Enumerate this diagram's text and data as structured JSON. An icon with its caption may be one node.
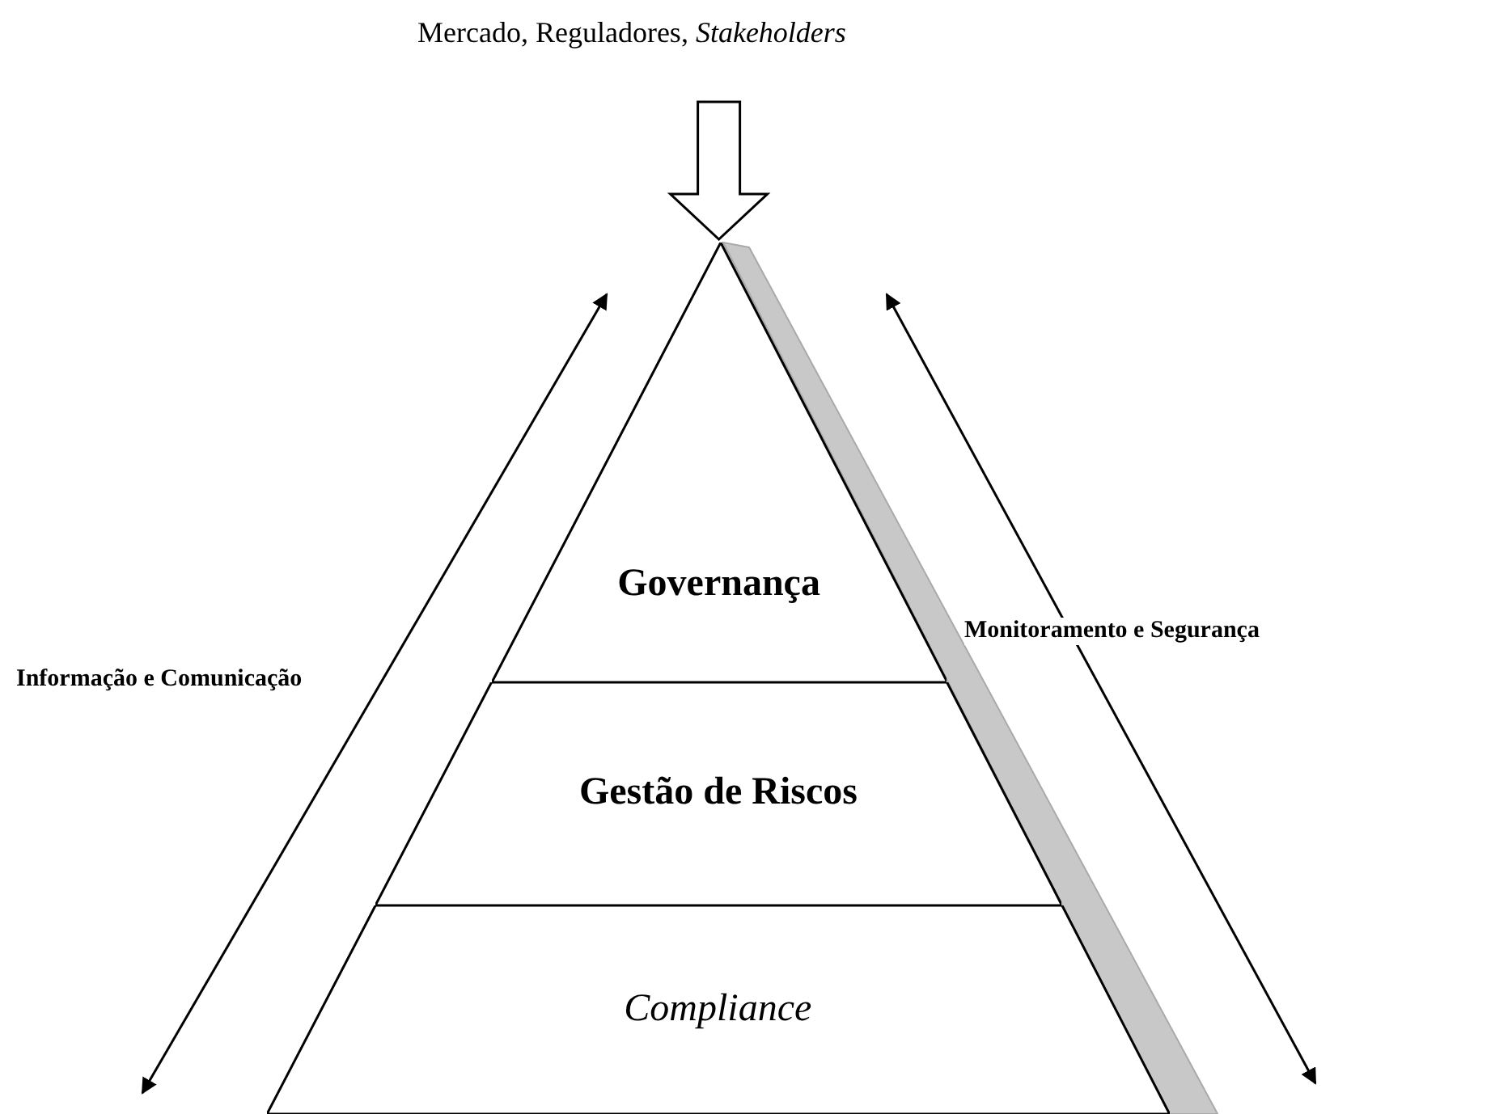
{
  "diagram": {
    "nodes": [
      {
        "text": [
          "Mercado, Reguladores, *Stakeholders*"
        ]
      },
      {
        "text": [
          "Governança"
        ]
      },
      {
        "text": [
          "Gestão de Riscos"
        ]
      },
      {
        "text": [
          "Compliance"
        ]
      }
    ],
    "edges": [
      {
        "from": 0,
        "to": 1,
        "arrow": "to"
      }
    ],
    "labels": [
      "Informação e Comunicação",
      "Monitoramento e Segurança"
    ]
  }
}
